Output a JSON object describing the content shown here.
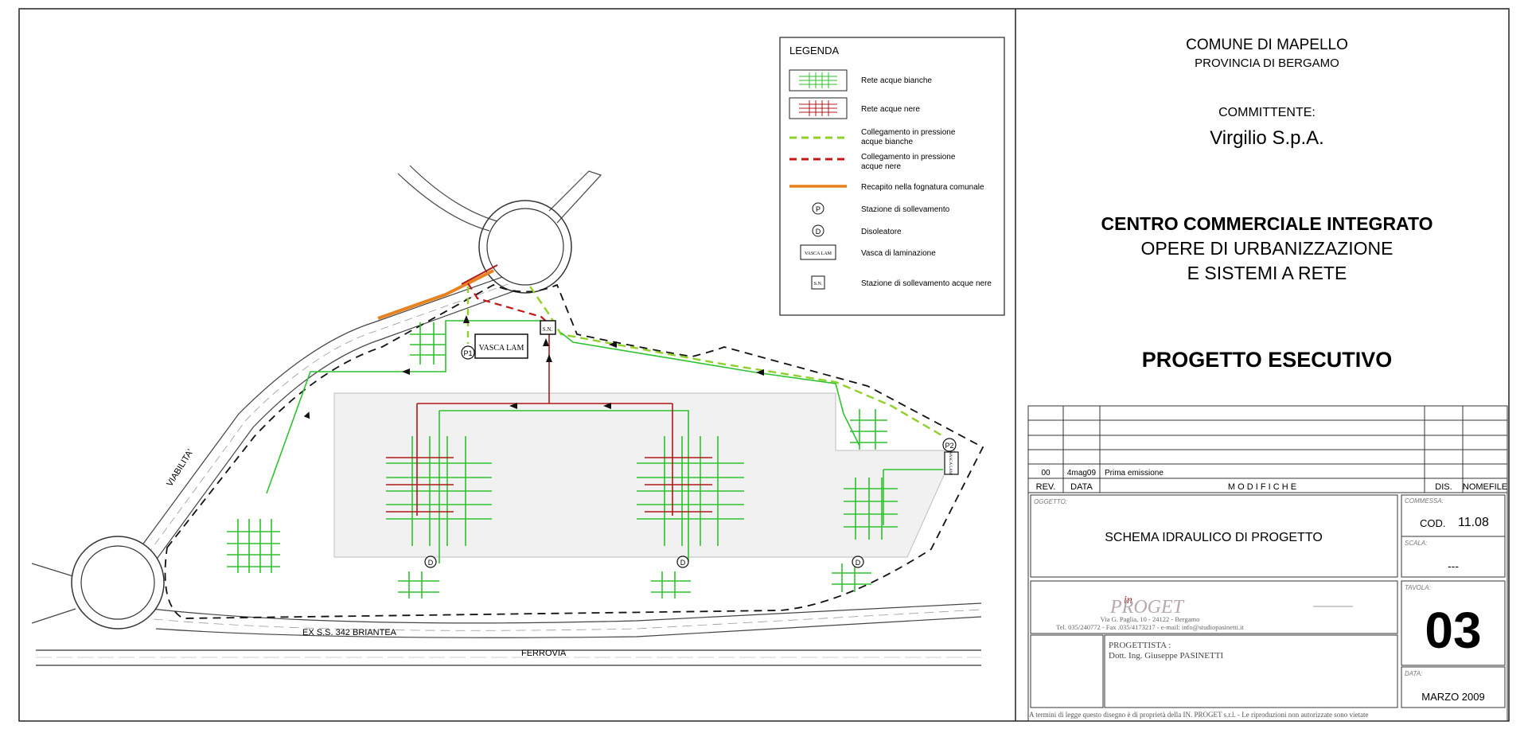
{
  "map": {
    "road_viabilita": "VIABILITA'",
    "road_ss342": "EX S.S. 342 BRIANTEA",
    "railway": "FERROVIA",
    "vasca_label": "VASCA LAM",
    "vasca_small_label": "VASCA LAM",
    "sn_label": "S.N.",
    "pump1_label": "P1",
    "pump2_label": "P2",
    "disoleatore_label": "D"
  },
  "legend": {
    "title": "LEGENDA",
    "items": [
      {
        "symbol": "white-water-grid",
        "label": "Rete acque bianche"
      },
      {
        "symbol": "black-water-grid",
        "label": "Rete acque nere"
      },
      {
        "symbol": "green-dashed",
        "label_line1": "Collegamento in pressione",
        "label_line2": "acque bianche"
      },
      {
        "symbol": "red-dashed",
        "label_line1": "Collegamento in pressione",
        "label_line2": "acque nere"
      },
      {
        "symbol": "orange-line",
        "label": "Recapito nella fognatura comunale"
      },
      {
        "symbol": "P",
        "label": "Stazione di sollevamento"
      },
      {
        "symbol": "D",
        "label": "Disoleatore"
      },
      {
        "symbol": "VASCA LAM",
        "label": "Vasca di laminazione"
      },
      {
        "symbol": "S.N.",
        "label": "Stazione di sollevamento acque nere"
      }
    ],
    "colors": {
      "green": "#2ec22e",
      "red": "#b01818",
      "lime": "#8fd12a",
      "orange": "#e8821e"
    }
  },
  "titleblock": {
    "comune": "COMUNE DI MAPELLO",
    "provincia": "PROVINCIA DI BERGAMO",
    "committente_label": "COMMITTENTE:",
    "committente": "Virgilio S.p.A.",
    "project_line1": "CENTRO COMMERCIALE INTEGRATO",
    "project_line2": "OPERE DI URBANIZZAZIONE",
    "project_line3": "E SISTEMI A RETE",
    "phase": "PROGETTO ESECUTIVO",
    "revision": {
      "rev": "00",
      "date": "4mag09",
      "desc": "Prima emissione"
    },
    "headers": {
      "rev": "REV.",
      "data": "DATA",
      "modifiche": "M O D I F I C H E",
      "dis": "DIS.",
      "nomefile": "NOMEFILE"
    },
    "oggetto_label": "OGGETTO:",
    "oggetto": "SCHEMA IDRAULICO DI PROGETTO",
    "commessa_label": "COMMESSA:",
    "cod_label": "COD.",
    "cod": "11.08",
    "scala_label": "SCALA:",
    "scala": "---",
    "tavola_label": "TAVOLA:",
    "tavola": "03",
    "data_label": "DATA:",
    "data": "MARZO 2009",
    "company_logo_text": "PROGET",
    "company_logo_prefix": "in",
    "company_address": "Via G. Paglia, 10 - 24122 - Bergamo",
    "company_contacts": "Tel. 035/240772 - Fax .035/4173217 - e-mail: info@studiopasinetti.it",
    "progettista_label": "PROGETTISTA :",
    "progettista": "Dott. Ing. Giuseppe PASINETTI",
    "footer": "A termini di legge questo disegno è di proprietà della IN. PROGET s.r.l. - Le riproduzioni non autorizzate sono vietate"
  }
}
